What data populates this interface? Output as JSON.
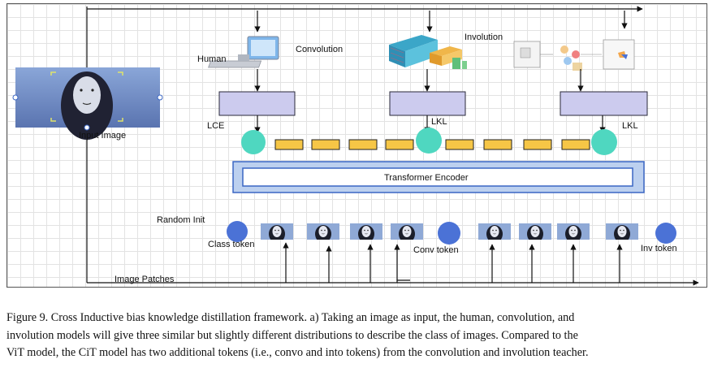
{
  "labels": {
    "human": "Human",
    "convolution": "Convolution",
    "involution": "Involution",
    "input_image": "Input Image",
    "lce": "LCE",
    "lkl_conv": "LKL",
    "lkl_inv": "LKL",
    "transformer_encoder": "Transformer Encoder",
    "random_init": "Random Init",
    "class_token": "Class token",
    "conv_token": "Conv token",
    "inv_token": "Inv token",
    "image_patches": "Image Patches"
  },
  "colors": {
    "head_box": "#cccbee",
    "teal_node": "#4fd7c0",
    "orange_token": "#f6c646",
    "blue_token": "#4b72d6",
    "encoder_fill": "#bcd0ef",
    "encoder_border": "#3a66c4"
  },
  "caption": {
    "line1": "Figure 9. Cross Inductive bias knowledge distillation framework. a) Taking an image as input, the human, convolution, and",
    "line2": "involution models will give three similar but slightly different distributions to describe the class of images. Compared to the",
    "line3": "ViT model, the CiT model has two additional tokens (i.e., convo and into tokens) from the convolution and involution teacher."
  }
}
